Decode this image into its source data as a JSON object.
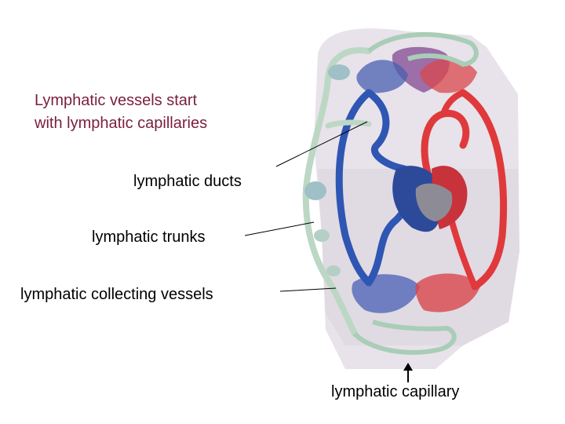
{
  "title": {
    "line1": "Lymphatic vessels  start",
    "line2": "with lymphatic capillaries"
  },
  "labels": {
    "ducts": "lymphatic ducts",
    "trunks": "lymphatic trunks",
    "collecting": "lymphatic collecting vessels",
    "capillary": "lymphatic capillary"
  },
  "colors": {
    "title": "#7a1e3e",
    "label": "#000000",
    "arterial": "#e0393b",
    "venous": "#2f56b3",
    "lymph": "#bcd8c4",
    "tissue": "#e8e2ea"
  }
}
